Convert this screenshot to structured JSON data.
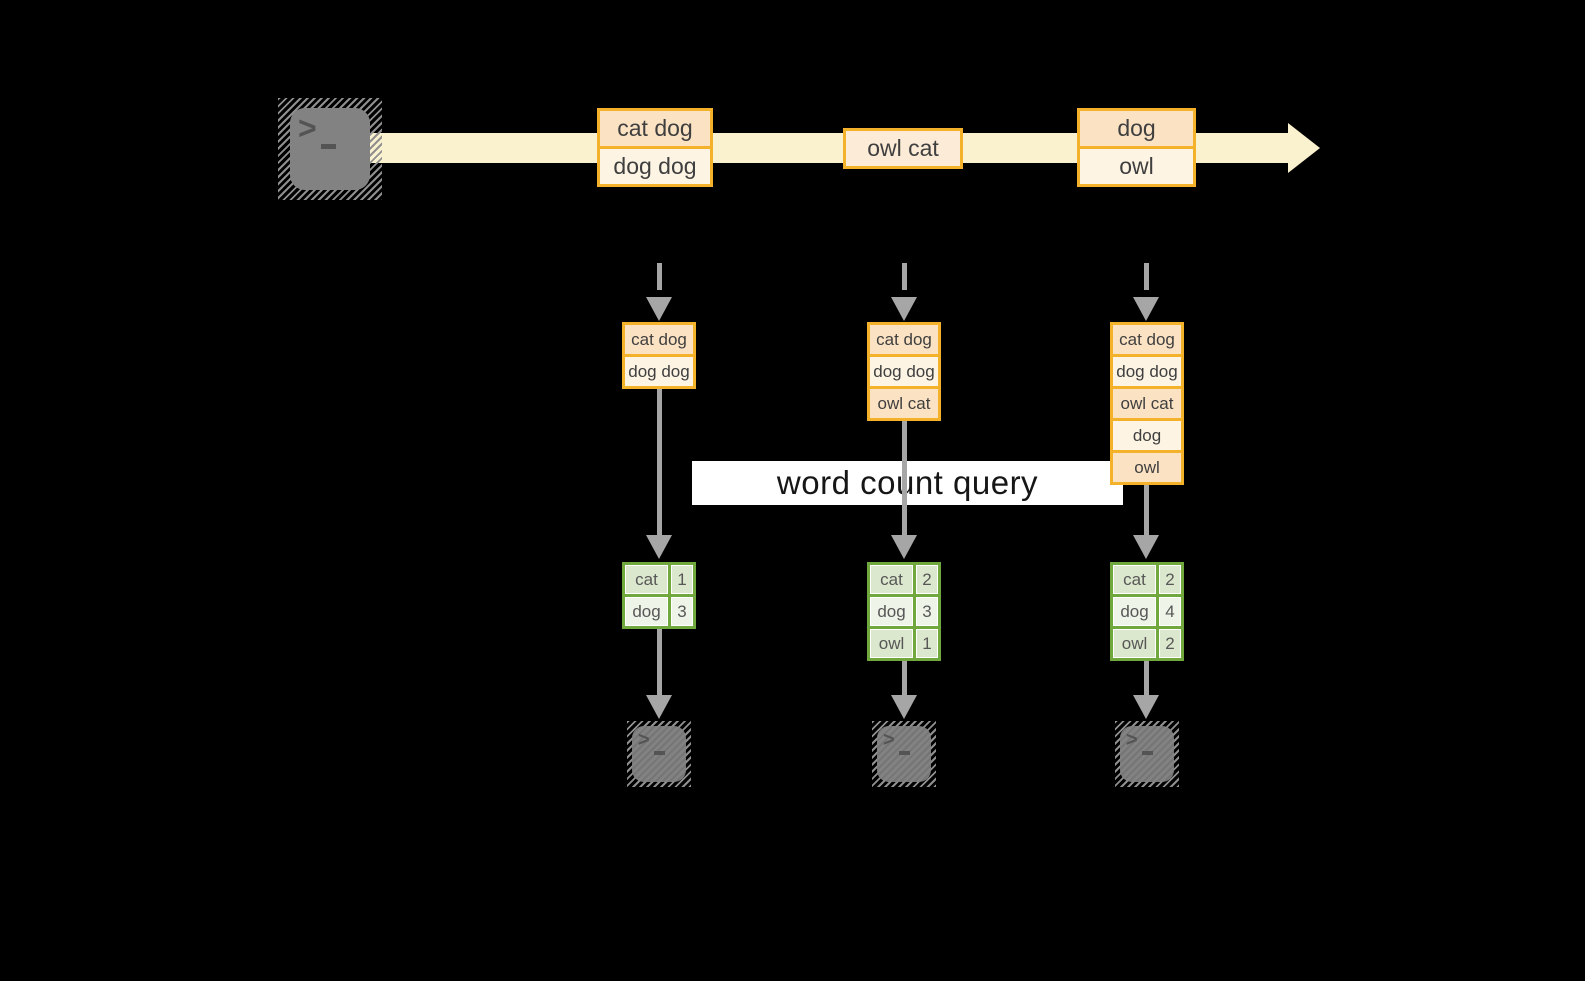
{
  "colors": {
    "gold": "#F3B229",
    "peach_dark": "#FBE2C3",
    "peach_mid": "#FCEBD6",
    "peach_light": "#FDF4E4",
    "cream": "#FAF1CE",
    "green": "#71A83E",
    "green_dark": "#DCE8CD",
    "green_light": "#EEF4E8",
    "arrow_gray": "#A6A6A6",
    "terminal_gray": "#828282",
    "text_dark": "#3F3F3F"
  },
  "query_label": "word count query",
  "icons": {
    "prompt_chevron": ">",
    "terminal": "terminal-prompt-icon"
  },
  "timeline_batches": [
    {
      "rows": [
        "cat dog",
        "dog dog"
      ]
    },
    {
      "rows": [
        "owl cat"
      ]
    },
    {
      "rows": [
        "dog",
        "owl"
      ]
    }
  ],
  "columns": [
    {
      "accumulated": [
        "cat dog",
        "dog dog"
      ],
      "counts": [
        {
          "word": "cat",
          "count": "1"
        },
        {
          "word": "dog",
          "count": "3"
        }
      ]
    },
    {
      "accumulated": [
        "cat dog",
        "dog dog",
        "owl cat"
      ],
      "counts": [
        {
          "word": "cat",
          "count": "2"
        },
        {
          "word": "dog",
          "count": "3"
        },
        {
          "word": "owl",
          "count": "1"
        }
      ]
    },
    {
      "accumulated": [
        "cat dog",
        "dog dog",
        "owl cat",
        "dog",
        "owl"
      ],
      "counts": [
        {
          "word": "cat",
          "count": "2"
        },
        {
          "word": "dog",
          "count": "4"
        },
        {
          "word": "owl",
          "count": "2"
        }
      ]
    }
  ]
}
